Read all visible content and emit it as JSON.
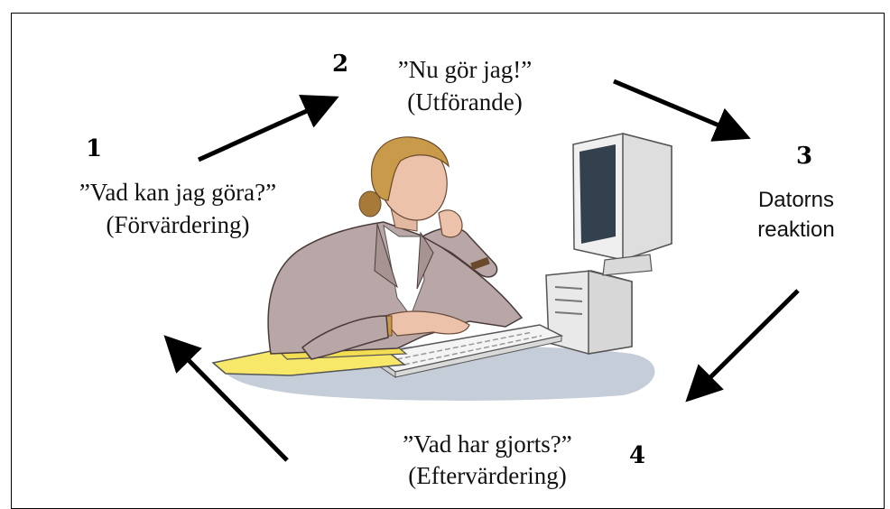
{
  "steps": [
    {
      "number": "1",
      "question": "”Vad kan jag göra?”",
      "phase": "(Förvärdering)"
    },
    {
      "number": "2",
      "question": "”Nu gör jag!”",
      "phase": "(Utförande)"
    },
    {
      "number": "3",
      "line1": "Datorns",
      "line2": "reaktion"
    },
    {
      "number": "4",
      "question": "”Vad har gjorts?”",
      "phase": "(Eftervärdering)"
    }
  ],
  "colors": {
    "arrow": "#000000",
    "jacket": "#b9a6a6",
    "paper": "#f7e86a",
    "computer": "#f2f2f2",
    "screen": "#33414f",
    "shadow": "#c5cdd8"
  }
}
